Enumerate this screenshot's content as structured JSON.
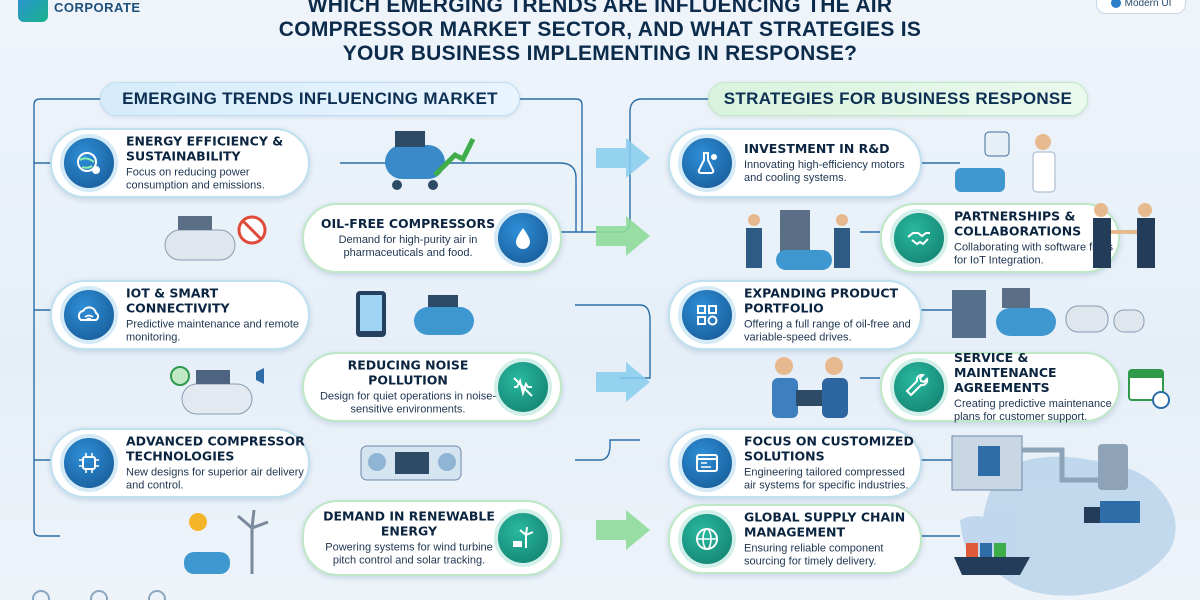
{
  "header": {
    "brand": "CORPORATE",
    "badge": "Modern UI",
    "title_lines": [
      "Which Emerging Trends are Influencing the Air",
      "Compressor Market Sector, and What Strategies is",
      "Your Business Implementing in Response?"
    ]
  },
  "left": {
    "heading": "EMERGING TRENDS INFLUENCING MARKET",
    "cards": [
      {
        "title": "ENERGY EFFICIENCY & SUSTAINABILITY",
        "desc": "Focus on reducing power consumption and emissions.",
        "icon": "globe-gear-icon"
      },
      {
        "title": "OIL-FREE COMPRESSORS",
        "desc": "Demand for high-purity air in pharmaceuticals and food.",
        "icon": "droplet-icon"
      },
      {
        "title": "IOT & SMART CONNECTIVITY",
        "desc": "Predictive maintenance and remote monitoring.",
        "icon": "cloud-wifi-icon"
      },
      {
        "title": "REDUCING NOISE POLLUTION",
        "desc": "Design for quiet operations in noise-sensitive environments.",
        "icon": "noise-off-icon"
      },
      {
        "title": "ADVANCED COMPRESSOR TECHNOLOGIES",
        "desc": "New designs for superior air delivery and control.",
        "icon": "chip-icon"
      },
      {
        "title": "DEMAND IN RENEWABLE ENERGY",
        "desc": "Powering systems for wind turbine pitch control and solar tracking.",
        "icon": "wind-solar-icon"
      }
    ]
  },
  "right": {
    "heading": "STRATEGIES FOR BUSINESS RESPONSE",
    "cards": [
      {
        "title": "INVESTMENT IN R&D",
        "desc": "Innovating high-efficiency motors and cooling systems.",
        "icon": "flask-gear-icon"
      },
      {
        "title": "PARTNERSHIPS & COLLABORATIONS",
        "desc": "Collaborating with software firms for IoT Integration.",
        "icon": "handshake-icon"
      },
      {
        "title": "EXPANDING PRODUCT PORTFOLIO",
        "desc": "Offering a full range of oil-free and variable-speed drives.",
        "icon": "grid-icon"
      },
      {
        "title": "SERVICE & MAINTENANCE AGREEMENTS",
        "desc": "Creating predictive maintenance plans for customer support.",
        "icon": "wrench-icon"
      },
      {
        "title": "FOCUS ON CUSTOMIZED SOLUTIONS",
        "desc": "Engineering tailored compressed air systems for specific industries.",
        "icon": "settings-window-icon"
      },
      {
        "title": "GLOBAL SUPPLY CHAIN MANAGEMENT",
        "desc": "Ensuring reliable component sourcing for timely delivery.",
        "icon": "globe-icon"
      }
    ]
  },
  "colors": {
    "navy": "#0c2b4b",
    "blue": "#1d6fb8",
    "teal": "#159a86",
    "line": "#2a6ea8",
    "arrow": "#7cc8ec",
    "green_arrow": "#7fd38a"
  }
}
